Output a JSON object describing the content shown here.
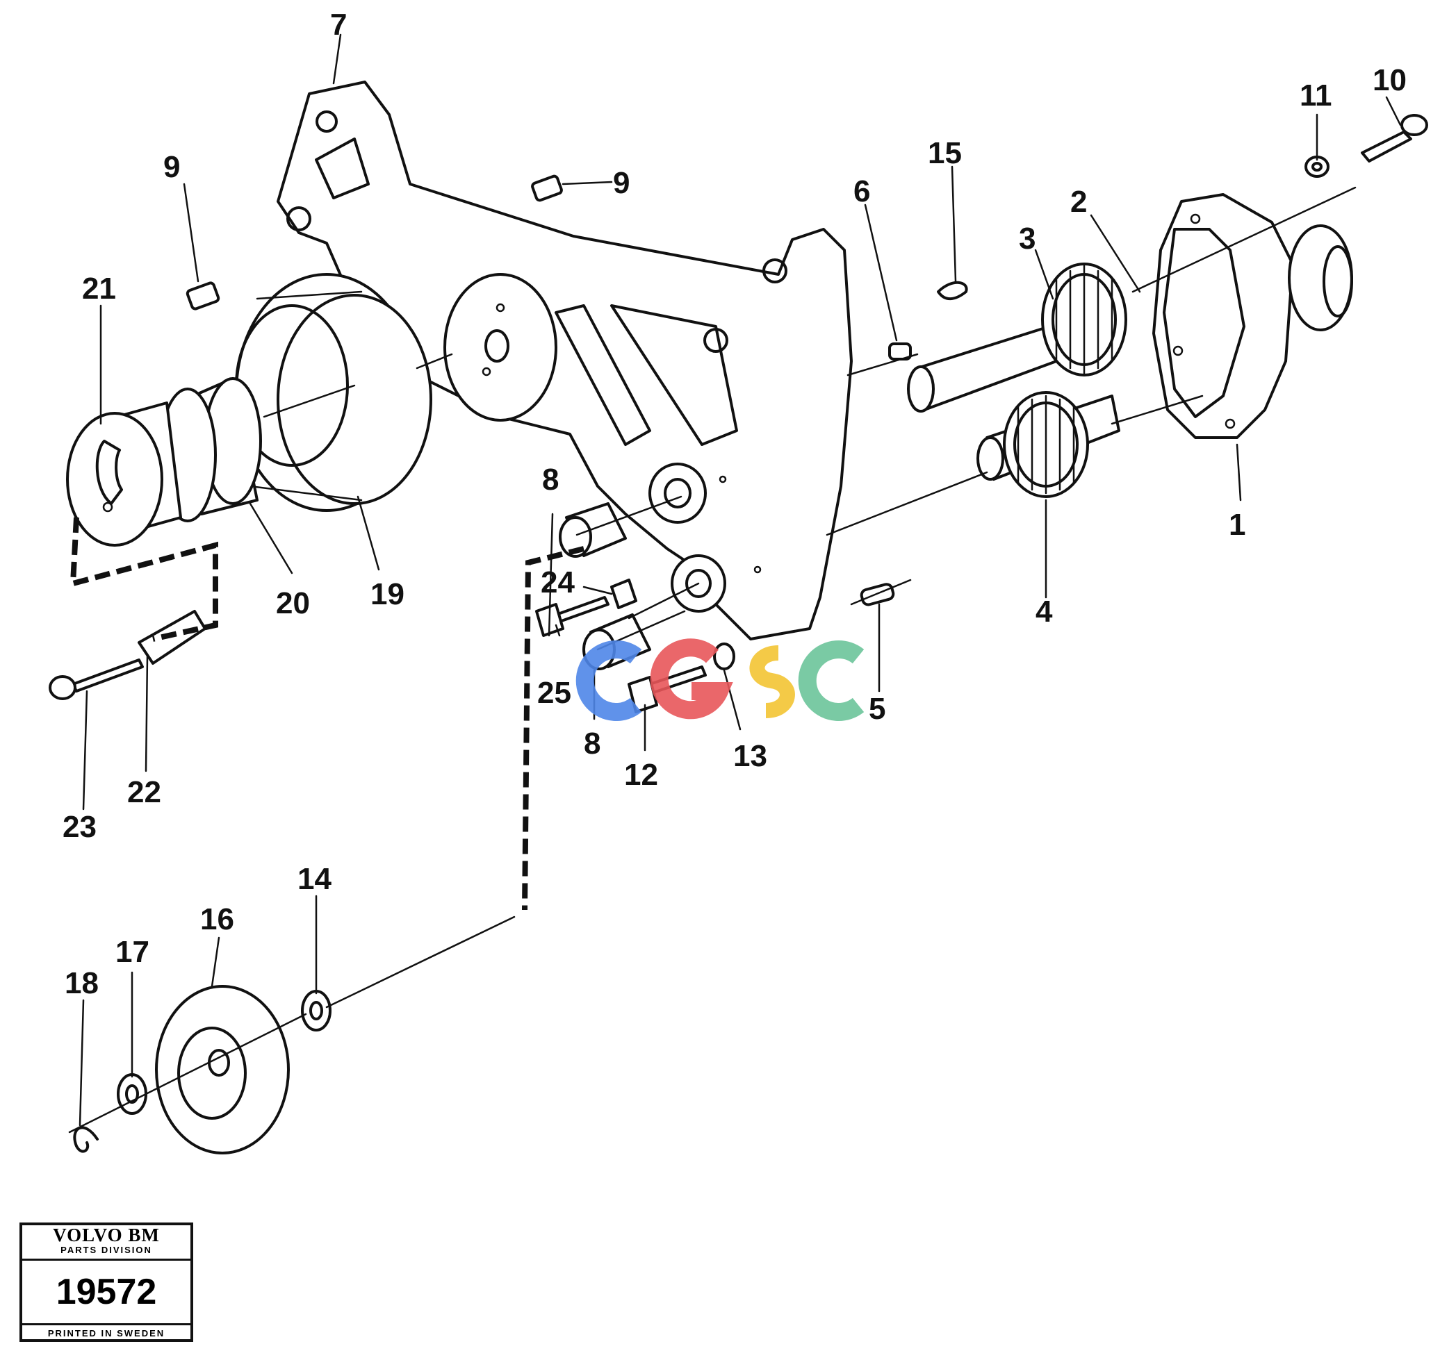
{
  "diagram": {
    "labels": [
      "1",
      "2",
      "3",
      "4",
      "5",
      "6",
      "7",
      "8",
      "8",
      "9",
      "9",
      "10",
      "11",
      "12",
      "13",
      "14",
      "15",
      "16",
      "17",
      "18",
      "19",
      "20",
      "21",
      "22",
      "23",
      "24",
      "25"
    ]
  },
  "stamp": {
    "brand": "VOLVO BM",
    "division": "PARTS DIVISION",
    "number": "19572",
    "printed": "PRINTED IN SWEDEN"
  },
  "watermark": {
    "text": "CGSC",
    "colors": [
      "#4f86e8",
      "#e8575a",
      "#f3c433",
      "#6cc49a"
    ]
  }
}
